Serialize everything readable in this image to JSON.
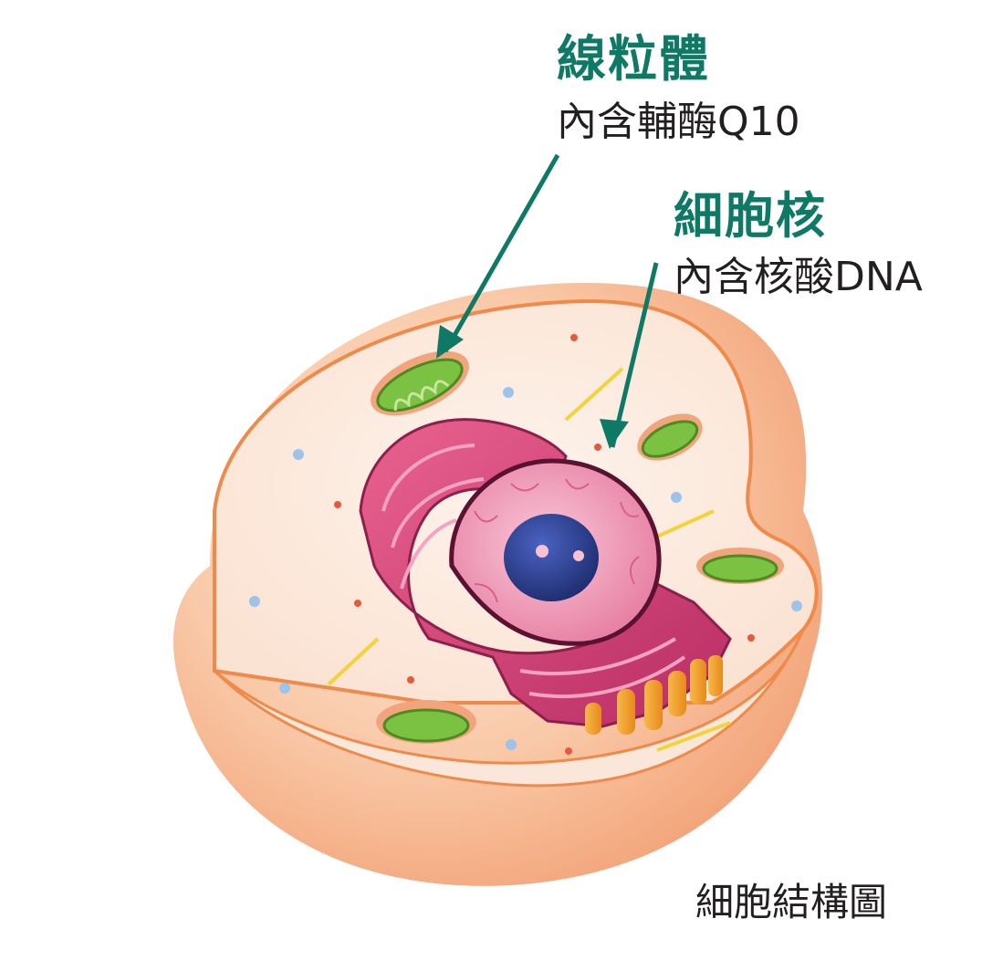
{
  "labels": {
    "mitochondria": {
      "title": "線粒體",
      "subtitle": "內含輔酶Q10"
    },
    "nucleus": {
      "title": "細胞核",
      "subtitle": "內含核酸DNA"
    }
  },
  "caption": "細胞結構圖",
  "colors": {
    "label_title": "#0e7a66",
    "arrow": "#0e7a66",
    "membrane": "#f08a4b",
    "cytoplasm": "#fbe9dc",
    "er": "#d9447a",
    "nucleus_inner": "#f4a7c0",
    "nucleolus": "#2b3d8f",
    "mitochondria": "#7cc242",
    "golgi": "#f5a623"
  },
  "icons": [
    "mitochondrion-icon",
    "nucleus-icon",
    "golgi-icon",
    "endoplasmic-reticulum-icon"
  ]
}
